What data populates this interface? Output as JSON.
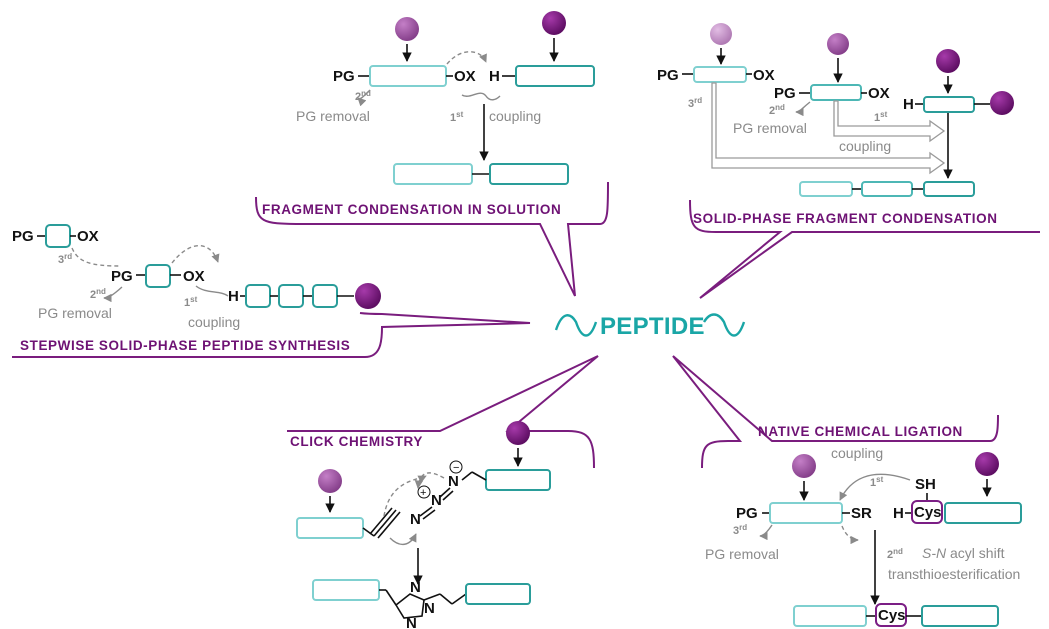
{
  "center": {
    "label": "PEPTIDE"
  },
  "sections": {
    "fragment_solution": {
      "title": "FRAGMENT CONDENSATION IN SOLUTION"
    },
    "solid_phase_fragment": {
      "title": "SOLID-PHASE FRAGMENT CONDENSATION"
    },
    "stepwise": {
      "title": "STEPWISE SOLID-PHASE PEPTIDE SYNTHESIS"
    },
    "click": {
      "title": "CLICK CHEMISTRY"
    },
    "ncl": {
      "title": "NATIVE CHEMICAL LIGATION"
    }
  },
  "labels": {
    "pg": "PG",
    "ox": "OX",
    "h": "H",
    "sr": "SR",
    "sh": "SH",
    "cys": "Cys",
    "n": "N",
    "plus": "+",
    "minus": "−",
    "pg_removal": "PG removal",
    "coupling": "coupling",
    "first": "1",
    "second": "2",
    "third": "3",
    "st": "st",
    "nd": "nd",
    "rd": "rd",
    "ncl_2nd_line1_it": "S-N",
    "ncl_2nd_line1": " acyl shift",
    "ncl_2nd_line2": "transthioesterification"
  },
  "colors": {
    "teal": "#2a9d9a",
    "teal_light": "#7fd0d0",
    "purple_dark": "#6e1274",
    "purple_mid": "#a257a6",
    "purple_light": "#c88fcb",
    "gray": "#8a8a8a"
  }
}
